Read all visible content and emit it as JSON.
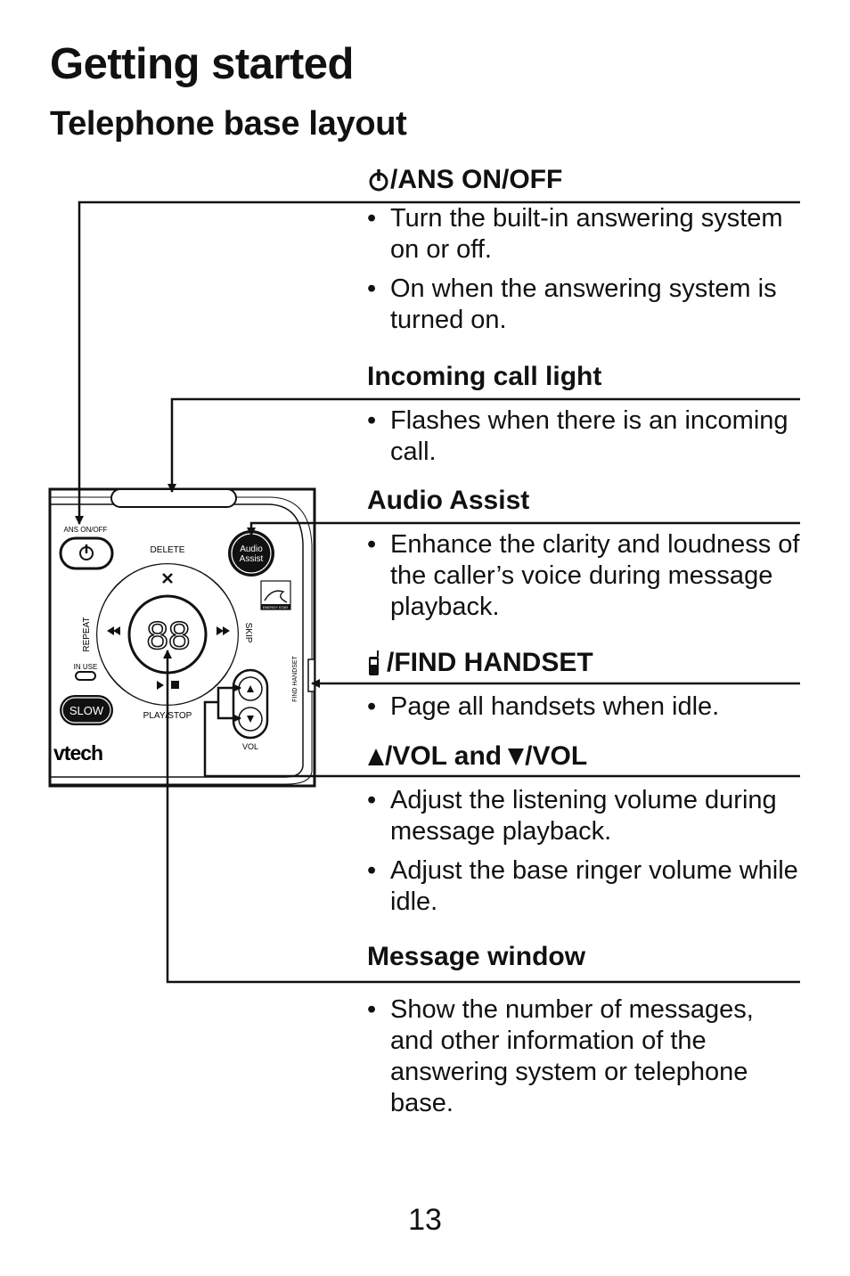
{
  "page": {
    "title": "Getting started",
    "subtitle": "Telephone base layout",
    "page_number": "13"
  },
  "sections": [
    {
      "title": "/ANS ON/OFF",
      "icon": "power-icon",
      "bullets": [
        "Turn the built-in answering system on or off.",
        "On when the answering system is turned on."
      ]
    },
    {
      "title": "Incoming call light",
      "bullets": [
        "Flashes when there is an incoming call."
      ]
    },
    {
      "title": "Audio Assist",
      "bullets": [
        "Enhance the clarity and loudness of the caller’s voice during message playback."
      ]
    },
    {
      "title": "/FIND HANDSET",
      "icon": "handset-icon",
      "bullets": [
        "Page all handsets when idle."
      ]
    },
    {
      "title_parts": [
        "/VOL and ",
        "/VOL"
      ],
      "icons": [
        "triangle-up-icon",
        "triangle-down-icon"
      ],
      "bullets": [
        "Adjust the listening volume during message playback.",
        "Adjust the base ringer volume while idle."
      ]
    },
    {
      "title": "Message window",
      "bullets": [
        "Show the number of messages, and other information of the answering system or telephone base."
      ]
    }
  ],
  "device": {
    "ans_label": "ANS ON/OFF",
    "delete_label": "DELETE",
    "audio_assist_line1": "Audio",
    "audio_assist_line2": "Assist",
    "repeat_label": "REPEAT",
    "skip_label": "SKIP",
    "in_use_label": "IN USE",
    "slow_label": "SLOW",
    "play_stop_label": "PLAY/STOP",
    "vol_label": "VOL",
    "find_handset_label": "FIND HANDSET",
    "brand": "vtech",
    "display": "88",
    "energy_star": "ENERGY STAR"
  }
}
